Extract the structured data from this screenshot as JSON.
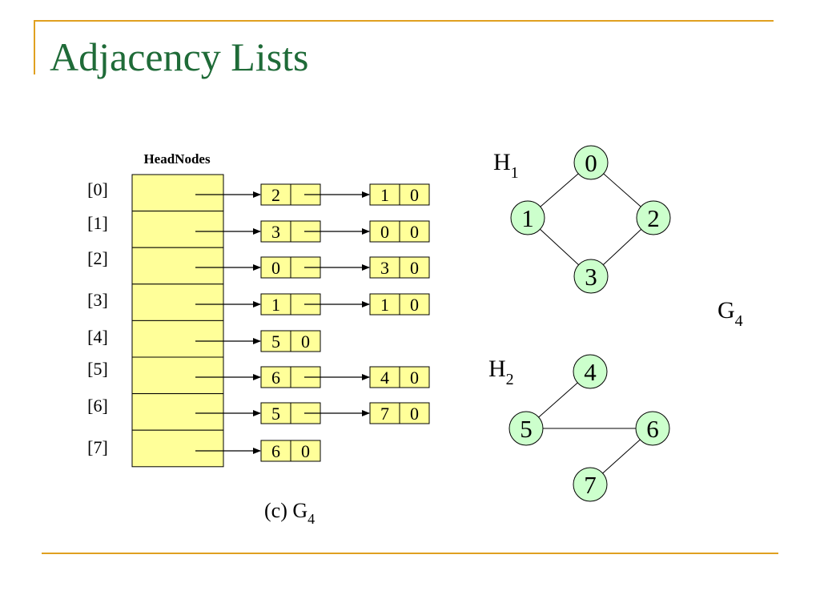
{
  "title": "Adjacency Lists",
  "head_nodes_label": "HeadNodes",
  "caption": {
    "main": "(c) G",
    "sub": "4"
  },
  "graph_label": {
    "main": "G",
    "sub": "4"
  },
  "colors": {
    "title": "#1f6b38",
    "frame": "#e0a020",
    "cell_fill": "#ffff99",
    "graph_node_fill": "#ccffcc",
    "stroke": "#000000"
  },
  "adjacency": [
    {
      "label": "[0]",
      "nodes": [
        {
          "v": "2",
          "link": ""
        },
        {
          "v": "1",
          "link": "0"
        }
      ]
    },
    {
      "label": "[1]",
      "nodes": [
        {
          "v": "3",
          "link": ""
        },
        {
          "v": "0",
          "link": "0"
        }
      ]
    },
    {
      "label": "[2]",
      "nodes": [
        {
          "v": "0",
          "link": ""
        },
        {
          "v": "3",
          "link": "0"
        }
      ]
    },
    {
      "label": "[3]",
      "nodes": [
        {
          "v": "1",
          "link": ""
        },
        {
          "v": "1",
          "link": "0"
        }
      ]
    },
    {
      "label": "[4]",
      "nodes": [
        {
          "v": "5",
          "link": "0"
        }
      ]
    },
    {
      "label": "[5]",
      "nodes": [
        {
          "v": "6",
          "link": ""
        },
        {
          "v": "4",
          "link": "0"
        }
      ]
    },
    {
      "label": "[6]",
      "nodes": [
        {
          "v": "5",
          "link": ""
        },
        {
          "v": "7",
          "link": "0"
        }
      ]
    },
    {
      "label": "[7]",
      "nodes": [
        {
          "v": "6",
          "link": "0"
        }
      ]
    }
  ],
  "components": [
    {
      "label": {
        "main": "H",
        "sub": "1"
      },
      "vertices": [
        "0",
        "1",
        "2",
        "3"
      ],
      "edges": [
        [
          "0",
          "1"
        ],
        [
          "0",
          "2"
        ],
        [
          "1",
          "3"
        ],
        [
          "2",
          "3"
        ]
      ]
    },
    {
      "label": {
        "main": "H",
        "sub": "2"
      },
      "vertices": [
        "4",
        "5",
        "6",
        "7"
      ],
      "edges": [
        [
          "4",
          "5"
        ],
        [
          "5",
          "6"
        ],
        [
          "6",
          "7"
        ]
      ]
    }
  ]
}
